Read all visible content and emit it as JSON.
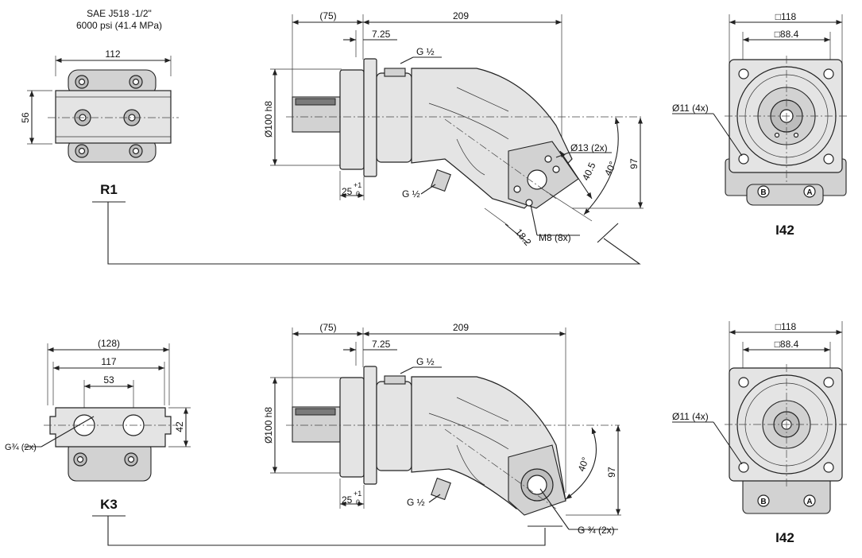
{
  "top": {
    "spec_line1": "SAE J518 -1/2\"",
    "spec_line2": "6000 psi  (41.4 MPa)",
    "port_flange": {
      "width": "112",
      "height": "56",
      "label": "R1"
    },
    "side": {
      "dim_75": "(75)",
      "dim_209": "209",
      "dim_7_25": "7.25",
      "port_top": "G ½",
      "diameter": "Ø100 h8",
      "dim_25": "25",
      "tol_plus": "+1",
      "tol_zero": "0",
      "port_lower": "G ½",
      "hole_13": "Ø13 (2x)",
      "dim_40_5": "40.5",
      "angle": "40°",
      "dim_97": "97",
      "dim_18_2": "18.2",
      "thread": "M8 (8x)"
    },
    "mount": {
      "outer": "□118",
      "inner": "□88.4",
      "holes": "Ø11 (4x)",
      "port_b": "B",
      "port_a": "A",
      "label": "I42"
    }
  },
  "bottom": {
    "port_flange": {
      "dim_128": "(128)",
      "dim_117": "117",
      "dim_53": "53",
      "height": "42",
      "thread": "G¾ (2x)",
      "label": "K3"
    },
    "side": {
      "dim_75": "(75)",
      "dim_209": "209",
      "dim_7_25": "7.25",
      "port_top": "G ½",
      "diameter": "Ø100 h8",
      "dim_25": "25",
      "tol_plus": "+1",
      "tol_zero": "0",
      "port_lower": "G ½",
      "angle": "40°",
      "dim_97": "97",
      "thread": "G ¾ (2x)"
    },
    "mount": {
      "outer": "□118",
      "inner": "□88.4",
      "holes": "Ø11 (4x)",
      "port_b": "B",
      "port_a": "A",
      "label": "I42"
    }
  }
}
